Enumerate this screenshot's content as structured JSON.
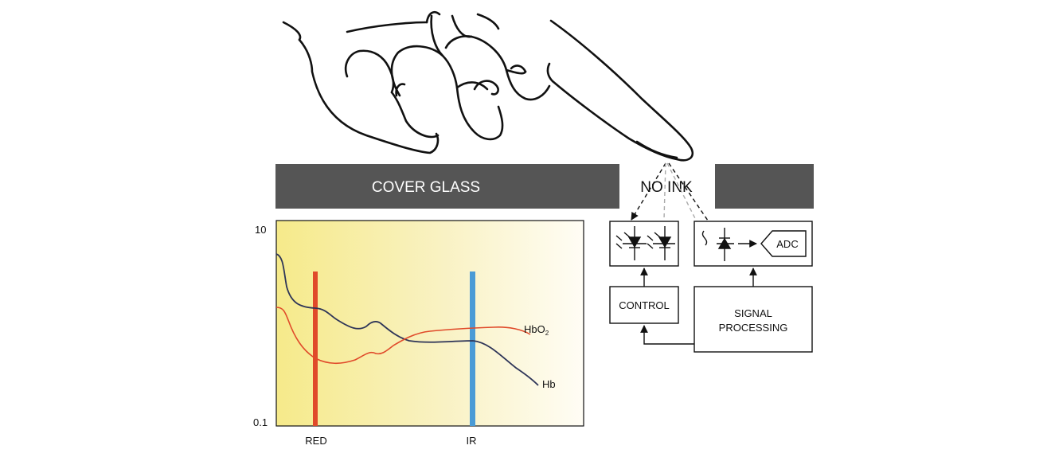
{
  "cover": {
    "label": "COVER GLASS",
    "window_label": "NO INK",
    "color": "#555555"
  },
  "chart_data": {
    "type": "line",
    "y_scale": "log",
    "ylim": [
      0.1,
      10
    ],
    "y_tick_labels": [
      "10",
      "0.1"
    ],
    "x_markers": [
      {
        "label": "RED",
        "color": "#e04a2a"
      },
      {
        "label": "IR",
        "color": "#4a9bd6"
      }
    ],
    "series": [
      {
        "name": "Hb",
        "color": "#2e3558"
      },
      {
        "name": "HbO",
        "subscript": "2",
        "color": "#e04a2a"
      }
    ],
    "grid": false
  },
  "blocks": {
    "led_label": "",
    "adc": "ADC",
    "control": "CONTROL",
    "signal_line1": "SIGNAL",
    "signal_line2": "PROCESSING"
  }
}
